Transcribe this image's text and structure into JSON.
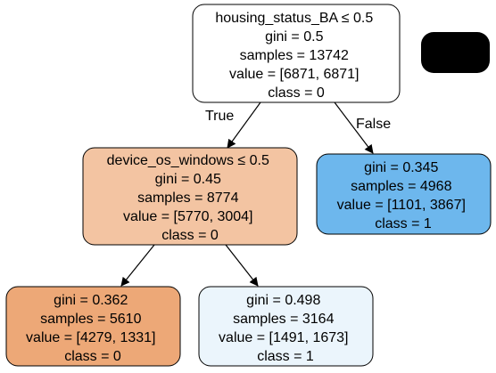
{
  "nodes": {
    "root": {
      "lines": [
        "housing_status_BA ≤ 0.5",
        "gini = 0.5",
        "samples = 13742",
        "value = [6871, 6871]",
        "class = 0"
      ],
      "fill": "#ffffff"
    },
    "left": {
      "lines": [
        "device_os_windows ≤ 0.5",
        "gini = 0.45",
        "samples = 8774",
        "value = [5770, 3004]",
        "class = 0"
      ],
      "fill": "#f3c4a2"
    },
    "right": {
      "lines": [
        "gini = 0.345",
        "samples = 4968",
        "value = [1101, 3867]",
        "class = 1"
      ],
      "fill": "#6db7ed"
    },
    "left_left": {
      "lines": [
        "gini = 0.362",
        "samples = 5610",
        "value = [4279, 1331]",
        "class = 0"
      ],
      "fill": "#eda877"
    },
    "left_right": {
      "lines": [
        "gini = 0.498",
        "samples = 3164",
        "value = [1491, 1673]",
        "class = 1"
      ],
      "fill": "#ebf5fc"
    },
    "black_box": {
      "fill": "#000000"
    }
  },
  "edges": {
    "true_label": "True",
    "false_label": "False"
  },
  "colors": {
    "stroke": "#000000",
    "edge": "#000000"
  }
}
